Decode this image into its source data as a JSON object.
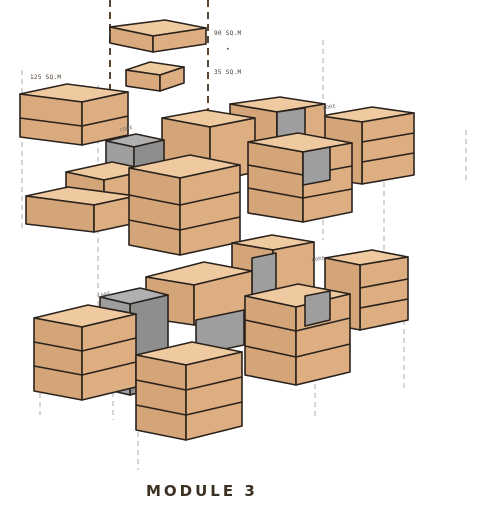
{
  "diagram": {
    "title": "MODULE 3",
    "area_labels": {
      "large": "90 SQ.M",
      "small": "35 SQ.M",
      "medium": "125 SQ.M"
    },
    "core_labels": [
      "CORE",
      "CORE",
      "CORE",
      "CORE"
    ],
    "colors": {
      "block_top": "#efc9a0",
      "block_side": "#dcae82",
      "block_front": "#d3a578",
      "core": "#9e9e9e",
      "outline": "#2a221c",
      "guide": "#8a8a8a",
      "vertical_dash": "#5a4632",
      "title": "#3c3022"
    }
  }
}
